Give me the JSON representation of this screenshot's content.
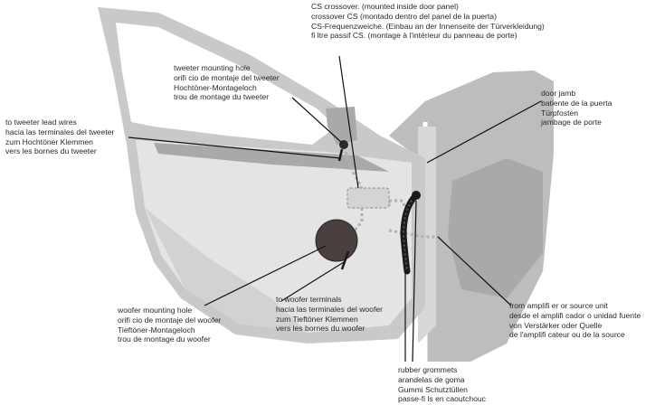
{
  "diagram": {
    "callouts": {
      "cs_crossover": {
        "lines": [
          "CS crossover. (mounted inside door panel)",
          "crossover CS (montado dentro del panel de la puerta)",
          "CS-Frequenzweiche. (Einbau an der Innenseite der Türverkleidung)",
          "fi ltre passif CS. (montage à l'intérieur du panneau de porte)"
        ]
      },
      "tweeter_hole": {
        "lines": [
          "tweeter mounting hole",
          "orifi cio de montaje del tweeter",
          "Hochtöner-Montageloch",
          "trou de montage du tweeter"
        ]
      },
      "door_jamb": {
        "lines": [
          "door jamb",
          "batiente de la puerta",
          "Türpfosten",
          "jambage de porte"
        ]
      },
      "tweeter_leads": {
        "lines": [
          "to tweeter lead wires",
          "hacia las terminales del tweeter",
          "zum Hochtöner Klemmen",
          "vers les bornes du tweeter"
        ]
      },
      "woofer_hole": {
        "lines": [
          "woofer mounting hole",
          "orifi cio de montaje del woofer",
          "Tieftöner-Montageloch",
          "trou de montage du woofer"
        ]
      },
      "woofer_terminals": {
        "lines": [
          "to woofer terminals",
          "hacia las terminales del woofer",
          "zum Tieftöner Klemmen",
          "vers les bornes du woofer"
        ]
      },
      "amplifier": {
        "lines": [
          "from amplifi er or source unit",
          "desde el amplifi cador o unidad fuente",
          "von Verstärker oder Quelle",
          "de l'amplifi cateur ou de la source"
        ]
      },
      "grommets": {
        "lines": [
          "rubber grommets",
          "arandelas de goma",
          "Gummi Schutztüllen",
          "passe-fi ls en caoutchouc"
        ]
      }
    },
    "colors": {
      "door_body": "#c9c9c9",
      "door_dark": "#a9a9a9",
      "panel_light": "#e4e4e4",
      "woofer": "#4a4040",
      "wire": "#1a1a1a",
      "route": "#b0b0b0",
      "leader": "#111111"
    }
  }
}
